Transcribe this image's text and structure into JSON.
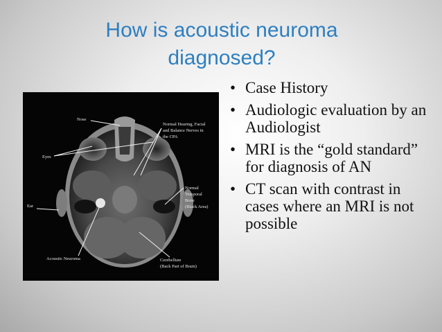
{
  "slide": {
    "title_line1": "How is acoustic neuroma",
    "title_line2": "diagnosed?",
    "colors": {
      "title": "#2d7fc1",
      "image_bg": "#050505"
    },
    "bullet_glyph": "•",
    "bullets": [
      {
        "text": "Case History"
      },
      {
        "text": "Audiologic evaluation by an Audiologist"
      },
      {
        "text": "MRI is the “gold standard” for diagnosis of AN"
      },
      {
        "text": "CT scan with contrast in cases where an MRI is not possible"
      }
    ]
  },
  "mri_image": {
    "labels": {
      "nose": "Nose",
      "nerves_1": "Normal Hearing, Facial",
      "nerves_2": "and Balance Nerves in",
      "nerves_3": "the CPA",
      "eyes": "Eyes",
      "temporal_1": "Normal",
      "temporal_2": "Temporal",
      "temporal_3": "Bone",
      "temporal_4": "(Black Area)",
      "ear": "Ear",
      "acoustic": "Acoustic Neuroma",
      "cerebellum_1": "Cerebellum",
      "cerebellum_2": "(Back Part of Brain)"
    }
  }
}
